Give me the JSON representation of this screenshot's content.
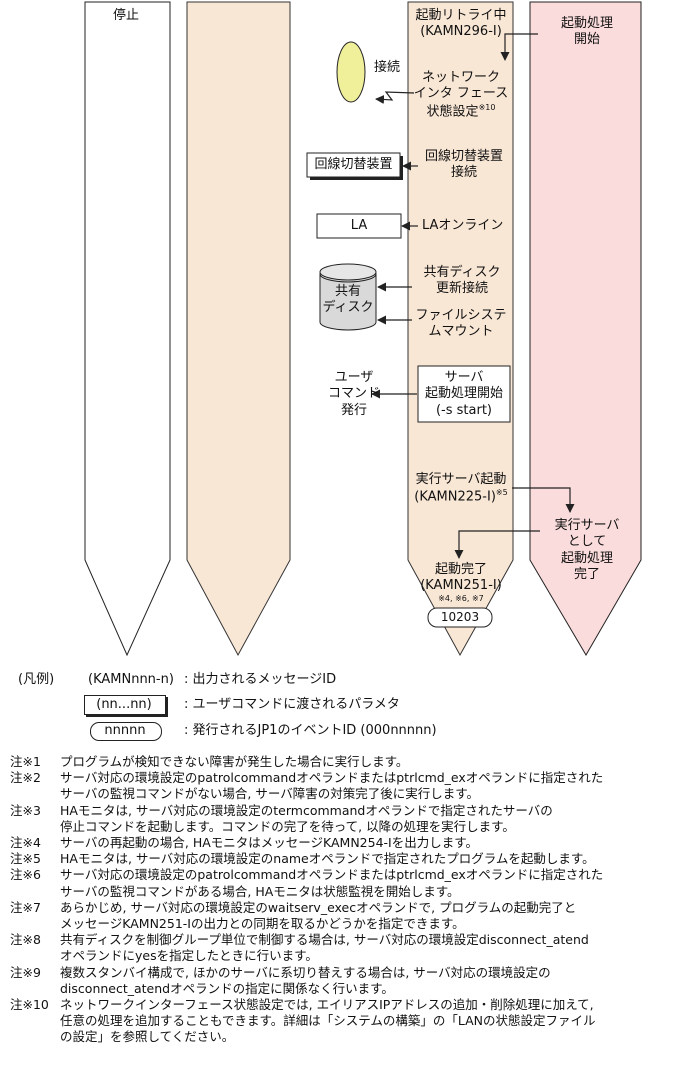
{
  "columns": {
    "stopped": "停止",
    "retrying": "起動リトライ中",
    "retrying_msg": "(KAMN296-I)",
    "start_process": "起動処理\n開始"
  },
  "lane": {
    "connect": "接続",
    "network_if": "ネットワーク\nインタ フェース\n状態設定",
    "network_if_mark": "※10",
    "line_switch_device": "回線切替装置",
    "line_switch_connect": "回線切替装置\n接続",
    "la": "LA",
    "la_online": "LAオンライン",
    "shared_disk": "共有\nディスク",
    "shared_disk_update": "共有ディスク\n更新接続",
    "fs_mount": "ファイルシステ\nムマウント",
    "user_command": "ユーザ\nコマンド\n発行",
    "server_start_cmd": "サーバ\n起動処理開始\n(-s start)",
    "exec_server_start": "実行サーバ起動",
    "exec_server_msg": "(KAMN225-I)",
    "exec_server_mark": "※5",
    "exec_server_complete": "実行サーバ\nとして\n起動処理\n完了",
    "start_complete": "起動完了",
    "start_complete_msg": "(KAMN251-I)",
    "start_complete_marks": "※4, ※6, ※7",
    "event_id": "10203"
  },
  "legend": {
    "title": "(凡例)",
    "msg_sample": "(KAMNnnn-n)",
    "msg_desc": ": 出力されるメッセージID",
    "param_sample": "(nn...nn)",
    "param_desc": ": ユーザコマンドに渡されるパラメタ",
    "event_sample": "nnnnn",
    "event_desc": ": 発行されるJP1のイベントID (000nnnnn)"
  },
  "notes": [
    {
      "label": "注※1",
      "text": "プログラムが検知できない障害が発生した場合に実行します。"
    },
    {
      "label": "注※2",
      "text": "サーバ対応の環境設定のpatrolcommandオペランドまたはptrlcmd_exオペランドに指定された\nサーバの監視コマンドがない場合, サーバ障害の対策完了後に実行します。"
    },
    {
      "label": "注※3",
      "text": "HAモニタは, サーバ対応の環境設定のtermcommandオペランドで指定されたサーバの\n停止コマンドを起動します。コマンドの完了を待って, 以降の処理を実行します。"
    },
    {
      "label": "注※4",
      "text": "サーバの再起動の場合, HAモニタはメッセージKAMN254-Iを出力します。"
    },
    {
      "label": "注※5",
      "text": "HAモニタは, サーバ対応の環境設定のnameオペランドで指定されたプログラムを起動します。"
    },
    {
      "label": "注※6",
      "text": "サーバ対応の環境設定のpatrolcommandオペランドまたはptrlcmd_exオペランドに指定された\nサーバの監視コマンドがある場合, HAモニタは状態監視を開始します。"
    },
    {
      "label": "注※7",
      "text": "あらかじめ, サーバ対応の環境設定のwaitserv_execオペランドで, プログラムの起動完了と\nメッセージKAMN251-Iの出力との同期を取るかどうかを指定できます。"
    },
    {
      "label": "注※8",
      "text": "共有ディスクを制御グループ単位で制御する場合は, サーバ対応の環境設定disconnect_atend\nオペランドにyesを指定したときに行います。"
    },
    {
      "label": "注※9",
      "text": "複数スタンバイ構成で, ほかのサーバに系切り替えする場合は, サーバ対応の環境設定の\ndisconnect_atendオペランドの指定に関係なく行います。"
    },
    {
      "label": "注※10",
      "text": "ネットワークインターフェース状態設定では, エイリアスIPアドレスの追加・削除処理に加えて,\n任意の処理を追加することもできます。詳細は「システムの構築」の「LANの状態設定ファイル\nの設定」を参照してください。"
    }
  ],
  "colors": {
    "beige": "#f9e7d6",
    "pink": "#fbdcdc",
    "line": "#222222"
  }
}
